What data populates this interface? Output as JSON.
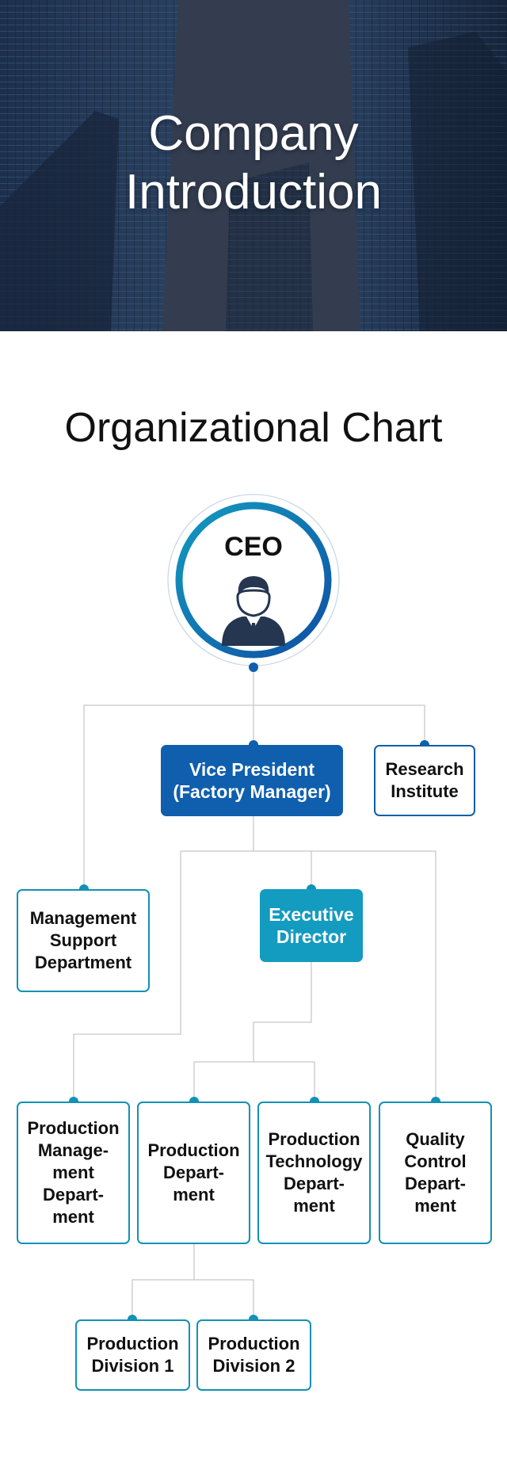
{
  "hero": {
    "title_line1": "Company",
    "title_line2": "Introduction"
  },
  "section": {
    "title": "Organizational Chart"
  },
  "org_chart": {
    "ceo": {
      "label": "CEO",
      "icon": "businessman-icon"
    },
    "vice_president": {
      "line1": "Vice President",
      "line2": "(Factory Manager)"
    },
    "research_institute": {
      "line1": "Research",
      "line2": "Institute"
    },
    "management_support": {
      "line1": "Management",
      "line2": "Support",
      "line3": "Department"
    },
    "executive_director": {
      "line1": "Executive",
      "line2": "Director"
    },
    "production_management": {
      "line1": "Production",
      "line2": "Manage-",
      "line3": "ment",
      "line4": "Depart-",
      "line5": "ment"
    },
    "production_department": {
      "line1": "Production",
      "line2": "Depart-",
      "line3": "ment"
    },
    "production_technology": {
      "line1": "Production",
      "line2": "Technology",
      "line3": "Depart-",
      "line4": "ment"
    },
    "quality_control": {
      "line1": "Quality",
      "line2": "Control",
      "line3": "Depart-",
      "line4": "ment"
    },
    "production_division_1": {
      "line1": "Production",
      "line2": "Division 1"
    },
    "production_division_2": {
      "line1": "Production",
      "line2": "Division 2"
    }
  },
  "colors": {
    "primary_blue": "#0f5fae",
    "teal": "#139bc0",
    "outline_teal": "#1391b6",
    "connector_gray": "#c8c8c8"
  }
}
